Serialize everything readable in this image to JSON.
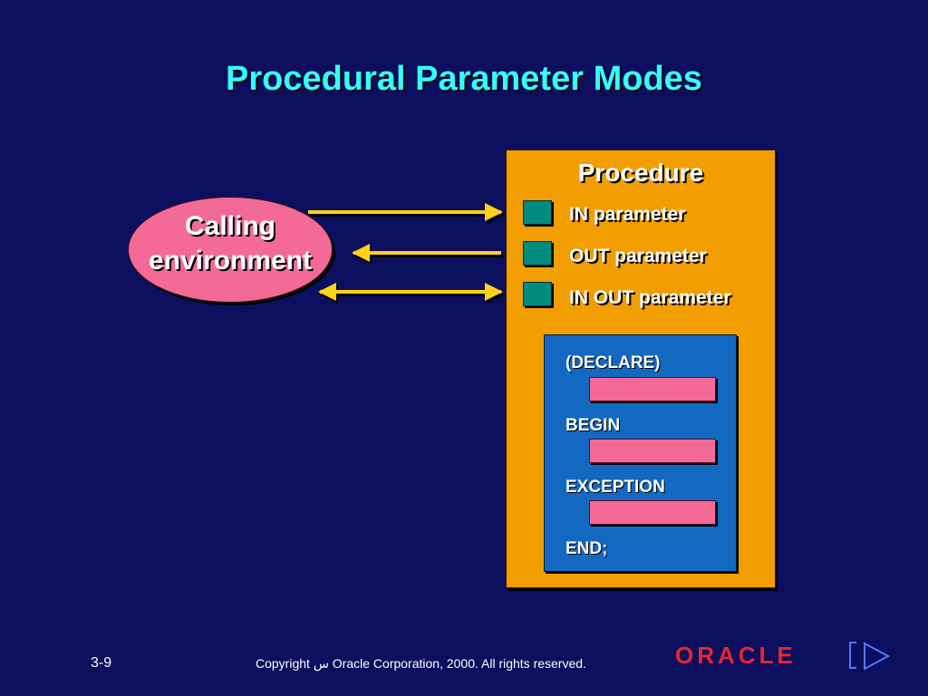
{
  "slide": {
    "title": "Procedural Parameter Modes"
  },
  "calling_environment": {
    "label": "Calling\nenvironment",
    "fill": "#f36a96"
  },
  "procedure": {
    "label": "Procedure",
    "fill": "#f29d00",
    "parameters": [
      {
        "label": "IN parameter",
        "arrow": "to-procedure"
      },
      {
        "label": "OUT parameter",
        "arrow": "to-calling-environment"
      },
      {
        "label": "IN OUT parameter",
        "arrow": "both"
      }
    ],
    "block": {
      "fill": "#1369c2",
      "keywords": [
        "(DECLARE)",
        "BEGIN",
        "EXCEPTION",
        "END;"
      ]
    }
  },
  "footer": {
    "page_number": "3-9",
    "copyright": "Copyright ﺱ Oracle Corporation, 2000. All rights reserved.",
    "logo": "ORACLE"
  },
  "colors": {
    "background": "#0c0f5e",
    "title": "#33ffff",
    "arrow": "#ffd21a",
    "parameter_marker": "#008b7f"
  }
}
